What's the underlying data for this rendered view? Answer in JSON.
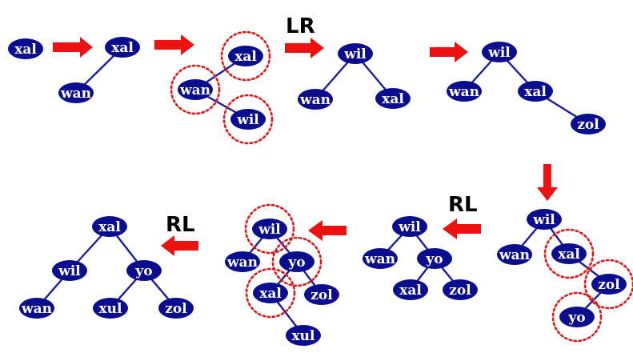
{
  "rotations": {
    "lr": "LR",
    "rl_first": "RL",
    "rl_second": "RL"
  },
  "trees": [
    {
      "id": "t1",
      "nodes": [
        {
          "id": "xal",
          "label": "xal"
        }
      ],
      "edges": [],
      "highlighted": []
    },
    {
      "id": "t2",
      "nodes": [
        {
          "id": "xal",
          "label": "xal"
        },
        {
          "id": "wan",
          "label": "wan"
        }
      ],
      "edges": [
        [
          "xal",
          "wan"
        ]
      ],
      "highlighted": []
    },
    {
      "id": "t3",
      "nodes": [
        {
          "id": "xal",
          "label": "xal"
        },
        {
          "id": "wan",
          "label": "wan"
        },
        {
          "id": "wil",
          "label": "wil"
        }
      ],
      "edges": [
        [
          "xal",
          "wan"
        ],
        [
          "wan",
          "wil"
        ]
      ],
      "highlighted": [
        "xal",
        "wan",
        "wil"
      ]
    },
    {
      "id": "t4",
      "nodes": [
        {
          "id": "wil",
          "label": "wil"
        },
        {
          "id": "wan",
          "label": "wan"
        },
        {
          "id": "xal",
          "label": "xal"
        }
      ],
      "edges": [
        [
          "wil",
          "wan"
        ],
        [
          "wil",
          "xal"
        ]
      ],
      "highlighted": []
    },
    {
      "id": "t5",
      "nodes": [
        {
          "id": "wil",
          "label": "wil"
        },
        {
          "id": "wan",
          "label": "wan"
        },
        {
          "id": "xal",
          "label": "xal"
        },
        {
          "id": "zol",
          "label": "zol"
        }
      ],
      "edges": [
        [
          "wil",
          "wan"
        ],
        [
          "wil",
          "xal"
        ],
        [
          "xal",
          "zol"
        ]
      ],
      "highlighted": []
    },
    {
      "id": "t6",
      "nodes": [
        {
          "id": "wil",
          "label": "wil"
        },
        {
          "id": "wan",
          "label": "wan"
        },
        {
          "id": "xal",
          "label": "xal"
        },
        {
          "id": "zol",
          "label": "zol"
        },
        {
          "id": "yo",
          "label": "yo"
        }
      ],
      "edges": [
        [
          "wil",
          "wan"
        ],
        [
          "wil",
          "xal"
        ],
        [
          "xal",
          "zol"
        ],
        [
          "zol",
          "yo"
        ]
      ],
      "highlighted": [
        "xal",
        "zol",
        "yo"
      ]
    },
    {
      "id": "t7",
      "nodes": [
        {
          "id": "wil",
          "label": "wil"
        },
        {
          "id": "wan",
          "label": "wan"
        },
        {
          "id": "yo",
          "label": "yo"
        },
        {
          "id": "xal",
          "label": "xal"
        },
        {
          "id": "zol",
          "label": "zol"
        }
      ],
      "edges": [
        [
          "wil",
          "wan"
        ],
        [
          "wil",
          "yo"
        ],
        [
          "yo",
          "xal"
        ],
        [
          "yo",
          "zol"
        ]
      ],
      "highlighted": []
    },
    {
      "id": "t8",
      "nodes": [
        {
          "id": "wil",
          "label": "wil"
        },
        {
          "id": "wan",
          "label": "wan"
        },
        {
          "id": "yo",
          "label": "yo"
        },
        {
          "id": "xal",
          "label": "xal"
        },
        {
          "id": "zol",
          "label": "zol"
        },
        {
          "id": "xul",
          "label": "xul"
        }
      ],
      "edges": [
        [
          "wil",
          "wan"
        ],
        [
          "wil",
          "yo"
        ],
        [
          "yo",
          "xal"
        ],
        [
          "yo",
          "zol"
        ],
        [
          "xal",
          "xul"
        ]
      ],
      "highlighted": [
        "wil",
        "yo",
        "xal"
      ]
    },
    {
      "id": "t9",
      "nodes": [
        {
          "id": "xal",
          "label": "xal"
        },
        {
          "id": "wil",
          "label": "wil"
        },
        {
          "id": "yo",
          "label": "yo"
        },
        {
          "id": "wan",
          "label": "wan"
        },
        {
          "id": "xul",
          "label": "xul"
        },
        {
          "id": "zol",
          "label": "zol"
        }
      ],
      "edges": [
        [
          "xal",
          "wil"
        ],
        [
          "xal",
          "yo"
        ],
        [
          "wil",
          "wan"
        ],
        [
          "yo",
          "xul"
        ],
        [
          "yo",
          "zol"
        ]
      ],
      "highlighted": []
    }
  ],
  "colors": {
    "node": "#0b0d8f",
    "node_text": "#ffffff",
    "edge": "#1a1c9e",
    "highlight_ring": "#e01818",
    "arrow": "#ee1111"
  }
}
